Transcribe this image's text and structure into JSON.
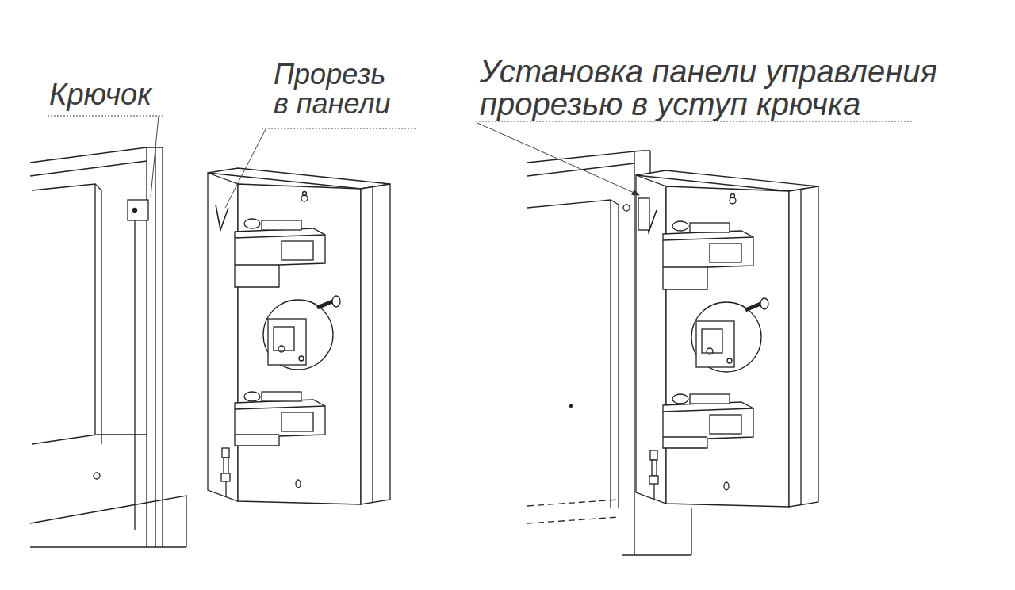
{
  "diagram": {
    "labels": [
      "Крючок",
      "Прорезь в панели",
      "Установка панели управления прорезью в уступ крючка"
    ]
  }
}
